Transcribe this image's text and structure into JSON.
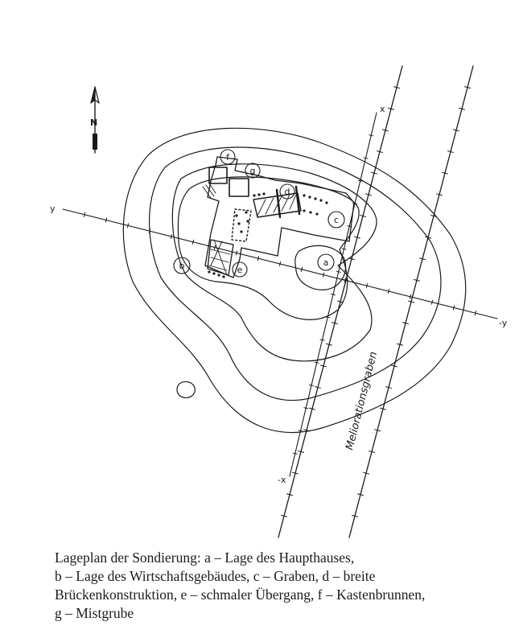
{
  "plan": {
    "north_label": "N",
    "axes": {
      "x_pos": "x",
      "x_neg": "-x",
      "y_pos": "y",
      "y_neg": "-y"
    },
    "canal_label": "Meliorationsgraben",
    "markers": [
      "a",
      "b",
      "c",
      "d",
      "e",
      "f",
      "g"
    ]
  },
  "caption": {
    "lines": [
      "Lageplan der Sondierung: a – Lage des Haupthauses,",
      "b – Lage des Wirtschaftsgebäudes, c – Graben, d – breite",
      "Brückenkonstruktion, e – schmaler Übergang, f – Kastenbrunnen,",
      "g – Mistgrube"
    ]
  }
}
